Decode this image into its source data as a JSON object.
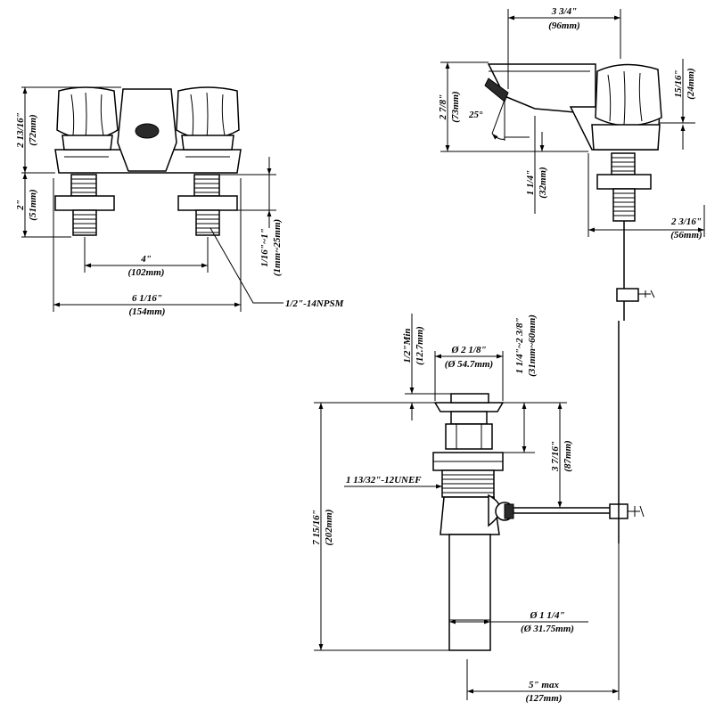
{
  "dims": {
    "spout_width": {
      "imp": "3 3/4\"",
      "met": "(96mm)"
    },
    "handle_top": {
      "imp": "15/16\"",
      "met": "(24mm)"
    },
    "spout_height": {
      "imp": "2 7/8\"",
      "met": "(73mm)"
    },
    "spout_angle": "25°",
    "shank_len_side": {
      "imp": "1 1/4\"",
      "met": "(32mm)"
    },
    "shank_offset": {
      "imp": "2 3/16\"",
      "met": "(56mm)"
    },
    "body_height": {
      "imp": "2 13/16\"",
      "met": "(72mm)"
    },
    "shank_height": {
      "imp": "2\"",
      "met": "(51mm)"
    },
    "centers": {
      "imp": "4\"",
      "met": "(102mm)"
    },
    "overall_width": {
      "imp": "6 1/16\"",
      "met": "(154mm)"
    },
    "deck_range": {
      "imp": "1/16\"~1\"",
      "met": "(1mm~25mm)"
    },
    "thread_supply": "1/2\"-14NPSM",
    "flange_min": {
      "imp": "1/2\"Min",
      "met": "(12.7mm)"
    },
    "flange_dia": {
      "imp": "Ø 2 1/8\"",
      "met": "(Ø 54.7mm)"
    },
    "basin_range": {
      "imp": "1 1/4\"~2 3/8\"",
      "met": "(31mm~60mm)"
    },
    "drain_to_rod": {
      "imp": "3 7/16\"",
      "met": "(87mm)"
    },
    "drain_thread": "1 13/32\"-12UNEF",
    "drain_length": {
      "imp": "7 15/16\"",
      "met": "(202mm)"
    },
    "tail_dia": {
      "imp": "Ø 1 1/4\"",
      "met": "(Ø 31.75mm)"
    },
    "rod_reach": {
      "imp": "5\" max",
      "met": "(127mm)"
    }
  }
}
